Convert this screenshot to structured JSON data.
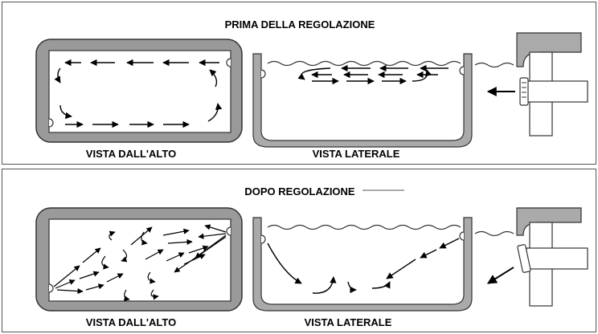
{
  "top": {
    "title": "PRIMA DELLA REGOLAZIONE",
    "label_top_view": "VISTA DALL'ALTO",
    "label_side_view": "VISTA LATERALE"
  },
  "bottom": {
    "title": "DOPO REGOLAZIONE",
    "label_top_view": "VISTA DALL'ALTO",
    "label_side_view": "VISTA LATERALE"
  }
}
